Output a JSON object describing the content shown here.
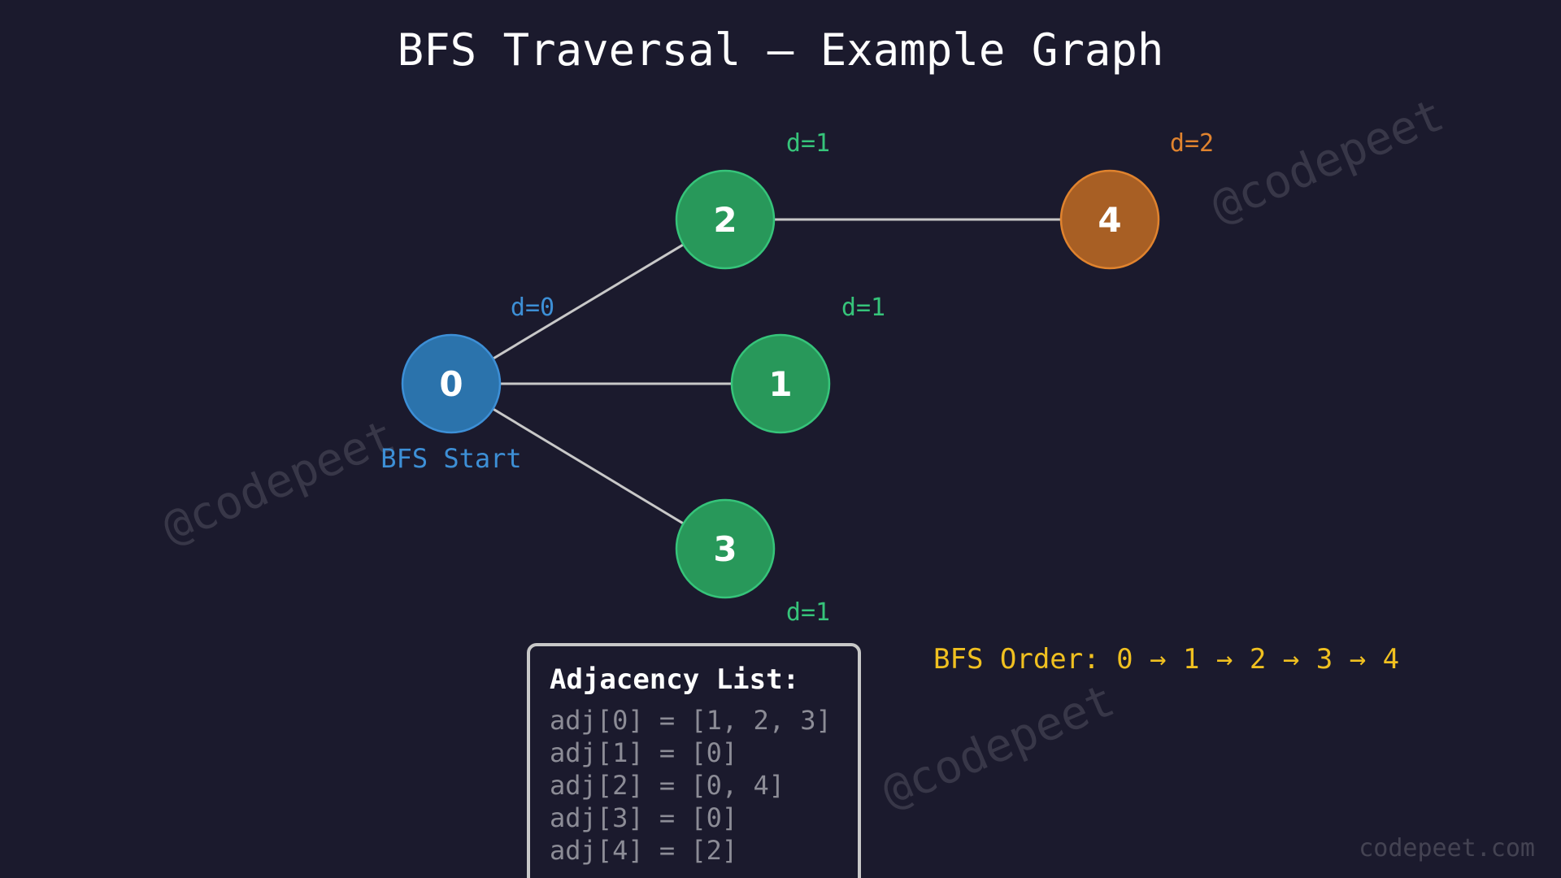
{
  "title": "BFS Traversal — Example Graph",
  "colors": {
    "background": "#1b1a2d",
    "start": "#2b73ac",
    "start_stroke": "#3d8fd6",
    "level1": "#28985a",
    "level1_stroke": "#36c47a",
    "level2": "#a85f24",
    "level2_stroke": "#e0832e",
    "edge": "#c8c8c8",
    "order": "#f0c020"
  },
  "nodes": [
    {
      "id": "0",
      "distance": "d=0",
      "level": 0,
      "annotation": "BFS Start"
    },
    {
      "id": "1",
      "distance": "d=1",
      "level": 1
    },
    {
      "id": "2",
      "distance": "d=1",
      "level": 1
    },
    {
      "id": "3",
      "distance": "d=1",
      "level": 1
    },
    {
      "id": "4",
      "distance": "d=2",
      "level": 2
    }
  ],
  "edges": [
    {
      "from": "0",
      "to": "1"
    },
    {
      "from": "0",
      "to": "2"
    },
    {
      "from": "0",
      "to": "3"
    },
    {
      "from": "2",
      "to": "4"
    }
  ],
  "bfs_order": "BFS Order: 0 → 1 → 2 → 3 → 4",
  "adjacency": {
    "heading": "Adjacency List:",
    "lines": [
      "adj[0] = [1, 2, 3]",
      "adj[1] = [0]",
      "adj[2] = [0, 4]",
      "adj[3] = [0]",
      "adj[4] = [2]"
    ]
  },
  "watermark": "@codepeet",
  "site": "codepeet.com"
}
